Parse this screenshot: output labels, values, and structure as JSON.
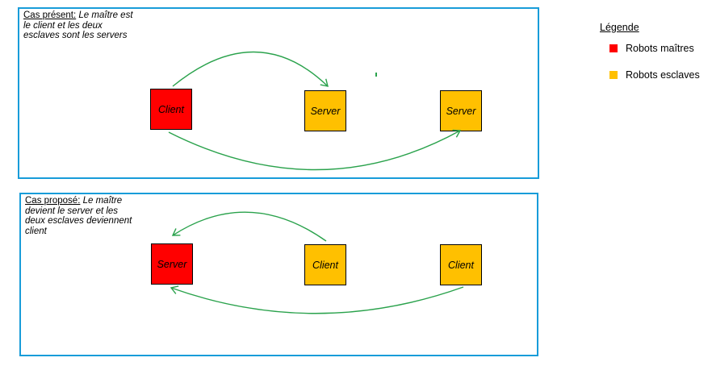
{
  "colors": {
    "master": "#ff0000",
    "slave": "#ffc000",
    "arrow": "#2aa24c",
    "panel_border": "#189cd9",
    "text": "#000000"
  },
  "panels": [
    {
      "title_label": "Cas présent:",
      "title_lines": [
        "Le maître est",
        "le client et les deux",
        "esclaves sont les servers"
      ],
      "nodes": [
        {
          "label": "Client",
          "role": "master"
        },
        {
          "label": "Server",
          "role": "slave"
        },
        {
          "label": "Server",
          "role": "slave"
        }
      ],
      "arrows": [
        {
          "from": "Client",
          "to": "Server (milieu)"
        },
        {
          "from": "Client",
          "to": "Server (droite)"
        }
      ]
    },
    {
      "title_label": "Cas proposé:",
      "title_lines": [
        "Le maître",
        "devient le server et les",
        "deux esclaves deviennent",
        "client"
      ],
      "nodes": [
        {
          "label": "Server",
          "role": "master"
        },
        {
          "label": "Client",
          "role": "slave"
        },
        {
          "label": "Client",
          "role": "slave"
        }
      ],
      "arrows": [
        {
          "from": "Client (milieu)",
          "to": "Server"
        },
        {
          "from": "Client (droite)",
          "to": "Server"
        }
      ]
    }
  ],
  "legend": {
    "title": "Légende",
    "items": [
      {
        "label": "Robots maîtres",
        "color": "#ff0000"
      },
      {
        "label": "Robots esclaves",
        "color": "#ffc000"
      }
    ]
  }
}
